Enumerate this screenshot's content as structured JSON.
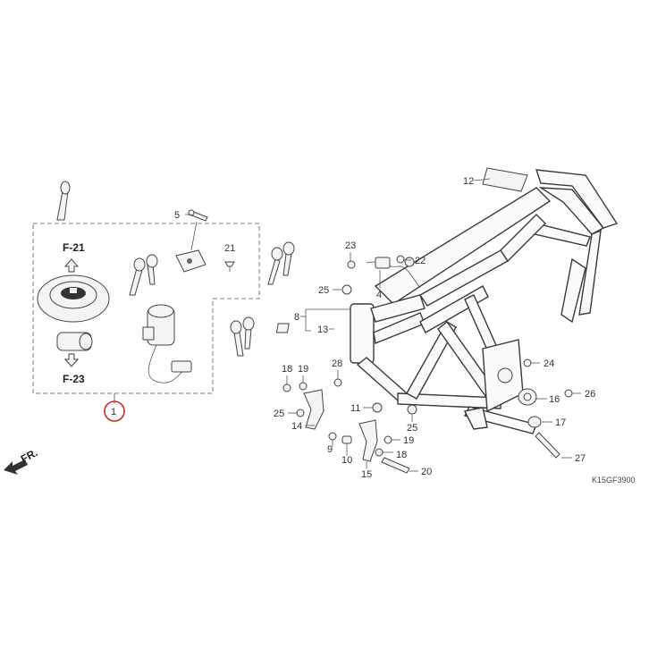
{
  "diagram": {
    "code": "K15GF3900",
    "direction_label": "FR.",
    "view_labels": {
      "top": "F-21",
      "bottom": "F-23"
    },
    "callouts": {
      "c1": "1",
      "c4": "4",
      "c5": "5",
      "c8": "8",
      "c9": "9",
      "c10": "10",
      "c11": "11",
      "c12": "12",
      "c13": "13",
      "c14": "14",
      "c15": "15",
      "c16": "16",
      "c17": "17",
      "c18a": "18",
      "c18b": "18",
      "c19a": "19",
      "c19b": "19",
      "c20": "20",
      "c21": "21",
      "c22": "22",
      "c23": "23",
      "c24": "24",
      "c25a": "25",
      "c25b": "25",
      "c25c": "25",
      "c26": "26",
      "c27": "27",
      "c28": "28"
    },
    "highlight_color": "#c62828"
  }
}
